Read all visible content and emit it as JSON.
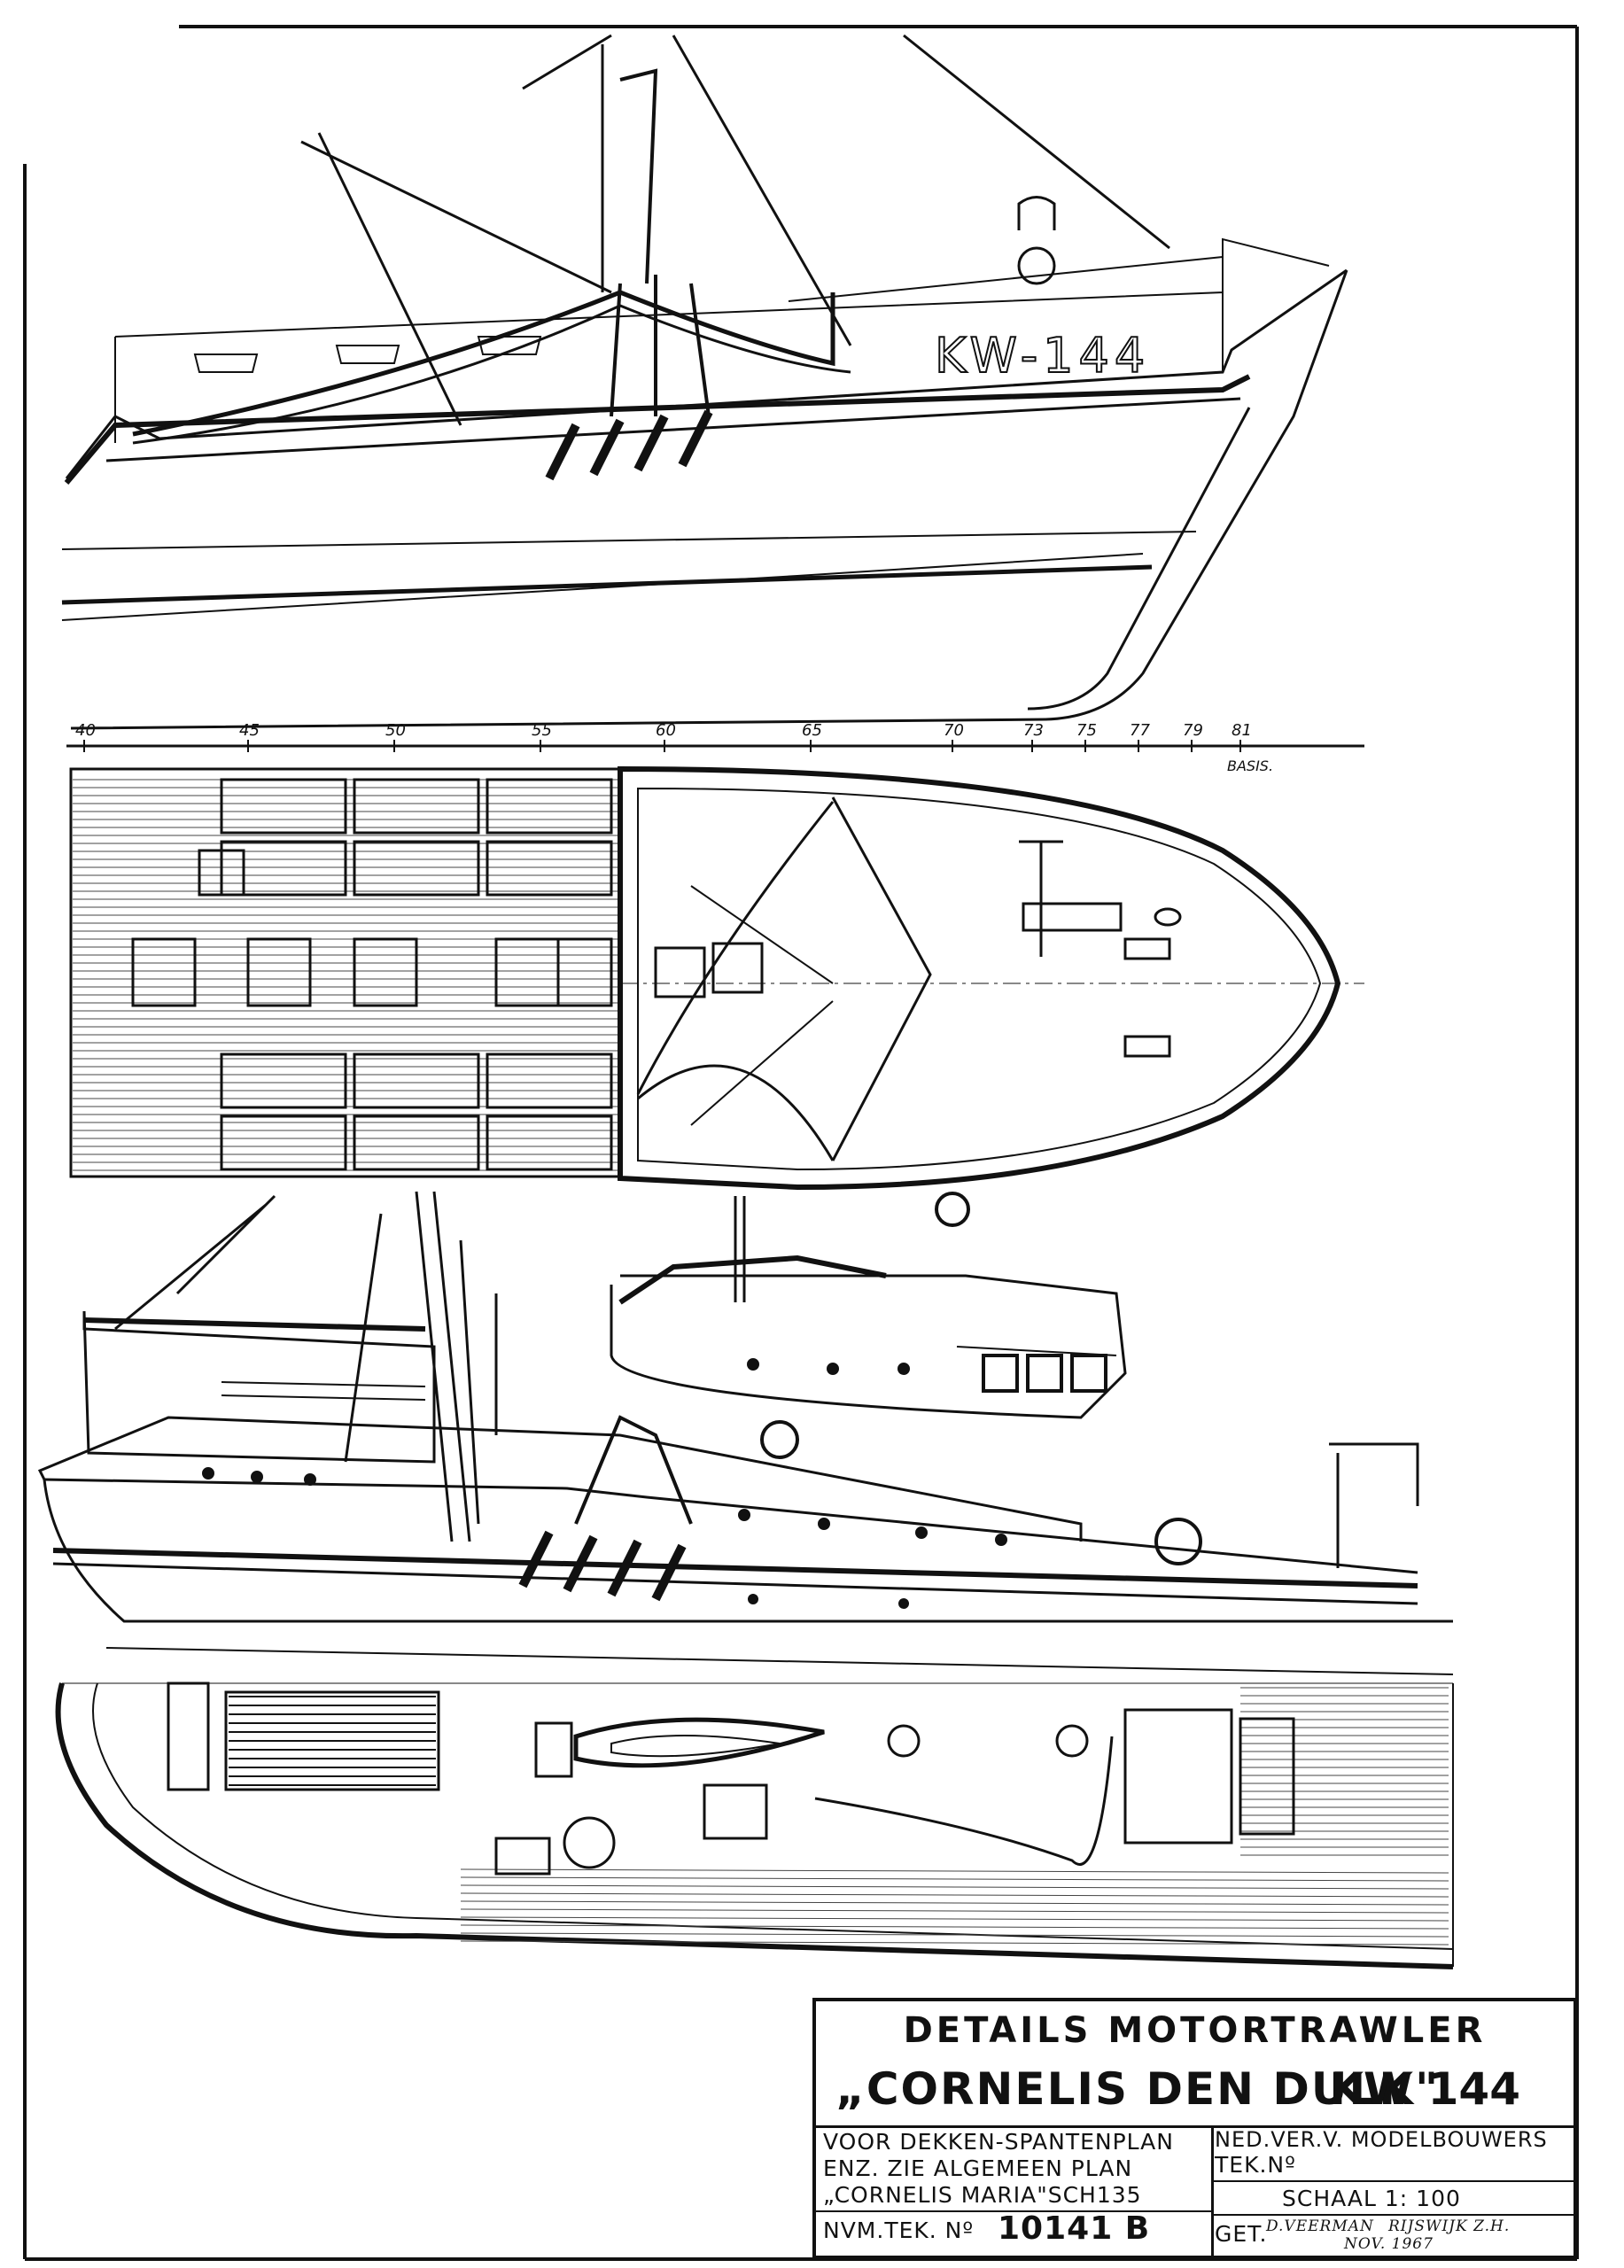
{
  "title_block": {
    "line1": "DETAILS   MOTORTRAWLER",
    "line2_name": "„CORNELIS DEN DULK\"",
    "line2_code": "KW 144",
    "note_line1": "VOOR DEKKEN-SPANTENPLAN",
    "note_line2": "ENZ. ZIE ALGEMEEN PLAN",
    "note_line3": "„CORNELIS MARIA\"SCH135",
    "nvm_label": "NVM.TEK. Nº",
    "nvm_number": "10141 B",
    "org": "NED.VER.V. MODELBOUWERS",
    "tek_label": "TEK.Nº",
    "scale": "SCHAAL 1: 100",
    "get_label": "GET.",
    "drawn_by": "D.VEERMAN",
    "location": "RIJSWIJK Z.H.",
    "date": "NOV. 1967"
  },
  "hull_marking": "KW-144",
  "frame_scale": {
    "labels": [
      "40",
      "45",
      "50",
      "55",
      "60",
      "65",
      "70",
      "73",
      "75",
      "77",
      "79",
      "81"
    ],
    "basis_label": "BASIS."
  }
}
